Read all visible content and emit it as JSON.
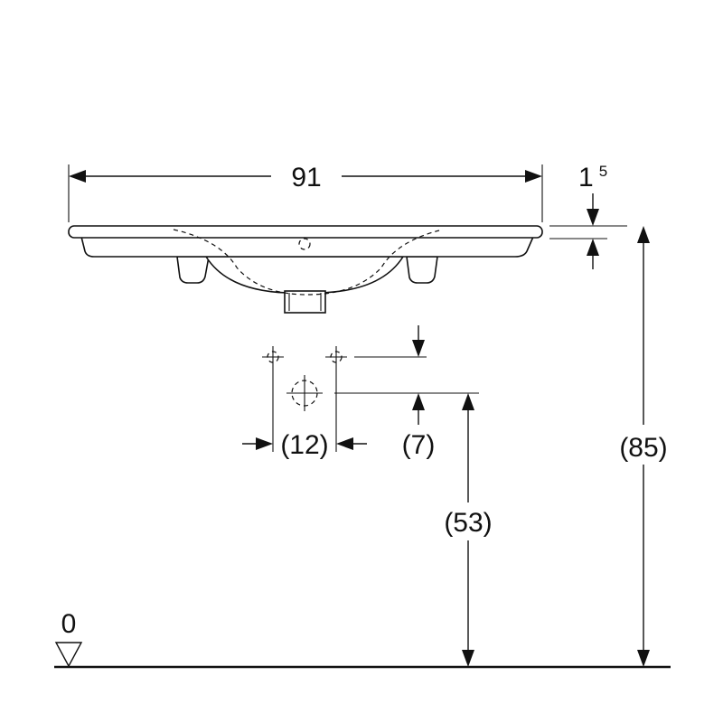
{
  "dimensions": {
    "width": "91",
    "thickness_main": "1",
    "thickness_sup": "5",
    "total_height": "(85)",
    "waste_height": "(53)",
    "tap_hole_offset": "(7)",
    "tap_hole_spacing": "(12)",
    "floor_level": "0"
  },
  "colors": {
    "line": "#111111",
    "background": "#ffffff"
  }
}
